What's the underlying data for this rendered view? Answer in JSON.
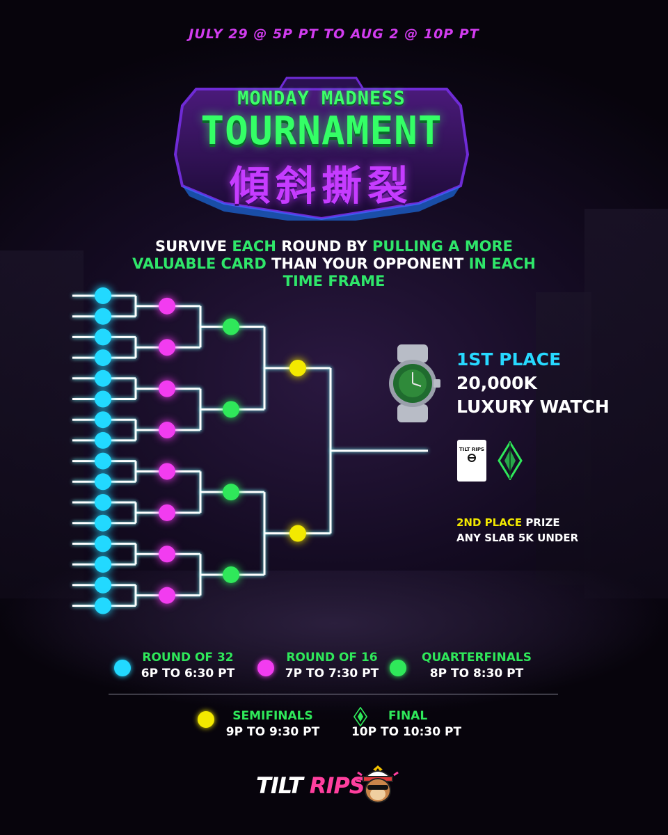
{
  "header": {
    "date_range": "JULY 29 @ 5P PT TO AUG 2 @ 10P PT"
  },
  "logo": {
    "line1": "MONDAY MADNESS",
    "line2": "TOURNAMENT",
    "line3": "傾斜撕裂"
  },
  "tagline": {
    "p1": "SURVIVE ",
    "p2": "EACH",
    "p3": " ROUND BY ",
    "p4": "PULLING A MORE VALUABLE CARD",
    "p5": " THAN YOUR OPPONENT ",
    "p6": "IN EACH TIME FRAME"
  },
  "prize": {
    "first_label": "1ST PLACE",
    "first_amount": "20,000K",
    "first_item": "LUXURY WATCH",
    "badge_text": "TILT RIPS",
    "second_label": "2ND PLACE",
    "second_suffix": " PRIZE",
    "second_detail": "ANY SLAB 5K UNDER"
  },
  "legend": [
    {
      "label": "ROUND OF 32",
      "time": "6P TO 6:30 PT",
      "color": "#22d9ff"
    },
    {
      "label": "ROUND OF 16",
      "time": "7P TO 7:30 PT",
      "color": "#f23cf0"
    },
    {
      "label": "QUARTERFINALS",
      "time": "8P TO 8:30 PT",
      "color": "#2fe85a"
    },
    {
      "label": "SEMIFINALS",
      "time": "9P TO 9:30 PT",
      "color": "#f3e900"
    },
    {
      "label": "FINAL",
      "time": "10P TO 10:30 PT",
      "icon": "diamond-icon"
    }
  ],
  "brand": {
    "part1": "TILT ",
    "part2": "RIPS"
  },
  "colors": {
    "cyan": "#22d9ff",
    "magenta": "#f23cf0",
    "green": "#2fe85a",
    "yellow": "#f3e900",
    "date_purple": "#d23cf0"
  }
}
